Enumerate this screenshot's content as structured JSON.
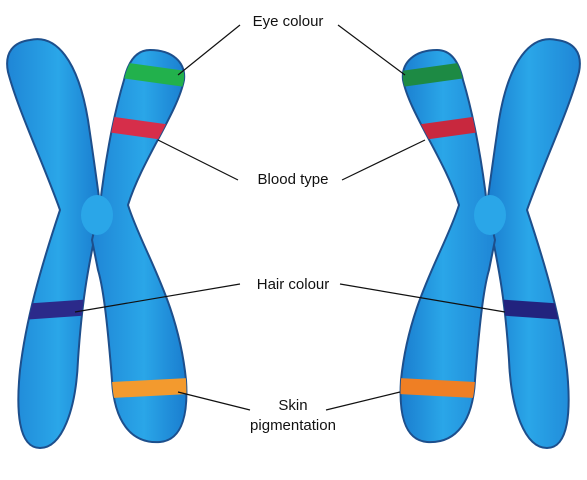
{
  "labels": {
    "eye": "Eye colour",
    "blood": "Blood type",
    "hair": "Hair colour",
    "skin_line1": "Skin",
    "skin_line2": "pigmentation"
  },
  "colors": {
    "chromosome_light": "#2aa6e8",
    "chromosome_dark": "#1877c8",
    "chromosome_outline": "#1d4f8c",
    "eye_band": "#22b14c",
    "blood_band": "#d62e4a",
    "hair_band": "#2b2a8a",
    "skin_band": "#f39a2e",
    "leader_line": "#111111"
  }
}
